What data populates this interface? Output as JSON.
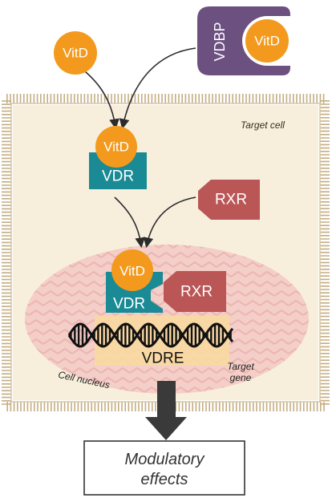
{
  "vitd_free": "VitD",
  "vdbp": {
    "label": "VDBP",
    "vitd": "VitD"
  },
  "target_cell": "Target cell",
  "vdr_complex": {
    "vitd": "VitD",
    "vdr": "VDR"
  },
  "rxr_free": "RXR",
  "nuclear_complex": {
    "vitd": "VitD",
    "vdr": "VDR",
    "rxr": "RXR"
  },
  "vdre": "VDRE",
  "target_gene": [
    "Target",
    "gene"
  ],
  "cell_nucleus": "Cell nucleus",
  "outcome": [
    "Modulatory",
    "effects"
  ],
  "colors": {
    "vitd": "#f39a1e",
    "vdbp": "#6c5080",
    "vdr": "#1a8a94",
    "rxr": "#bb5656",
    "cell_fill": "#f7efdc",
    "membrane": "#c4ad83",
    "nucleus": "#f4cec8",
    "vdre": "#f8d9a0"
  }
}
